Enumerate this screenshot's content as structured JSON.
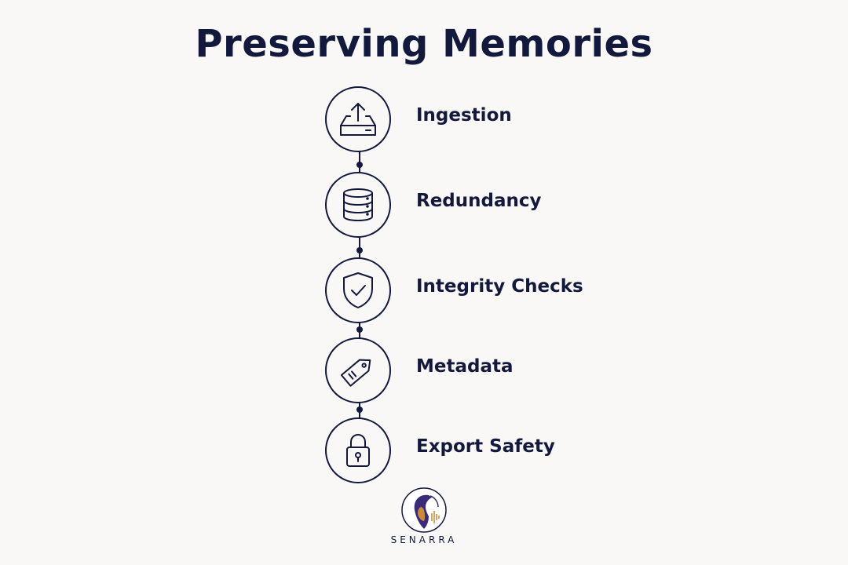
{
  "title": "Preserving Memories",
  "steps": [
    {
      "label": "Ingestion",
      "icon": "upload-tray-icon"
    },
    {
      "label": "Redundancy",
      "icon": "database-icon"
    },
    {
      "label": "Integrity Checks",
      "icon": "shield-check-icon"
    },
    {
      "label": "Metadata",
      "icon": "tag-icon"
    },
    {
      "label": "Export Safety",
      "icon": "lock-icon"
    }
  ],
  "brand": {
    "name": "SENARRA",
    "logo_icon": "senarra-logo-icon"
  },
  "colors": {
    "background": "#faf8f6",
    "ink": "#13193d",
    "logo_purple": "#3a2a78",
    "logo_gold": "#c98a3a"
  }
}
